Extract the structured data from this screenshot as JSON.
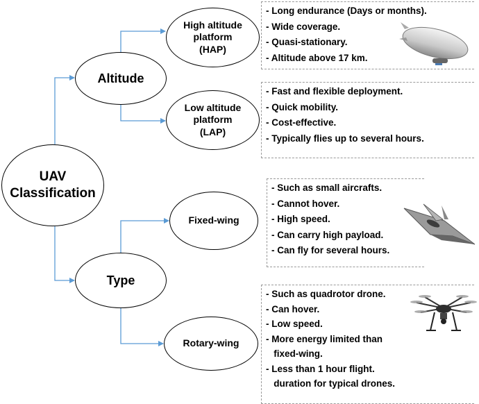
{
  "root": {
    "label": "UAV\nClassification"
  },
  "categories": {
    "altitude": {
      "label": "Altitude"
    },
    "type": {
      "label": "Type"
    }
  },
  "subtypes": {
    "hap": {
      "label": "High altitude\nplatform\n(HAP)"
    },
    "lap": {
      "label": "Low altitude\nplatform\n(LAP)"
    },
    "fixed_wing": {
      "label": "Fixed-wing"
    },
    "rotary_wing": {
      "label": "Rotary-wing"
    }
  },
  "features": {
    "hap": [
      "- Long endurance (Days or months).",
      "- Wide coverage.",
      "- Quasi-stationary.",
      "- Altitude above 17 km."
    ],
    "lap": [
      "- Fast and flexible deployment.",
      "- Quick mobility.",
      "- Cost-effective.",
      "- Typically flies up to several hours."
    ],
    "fixed_wing": [
      "- Such as small aircrafts.",
      "- Cannot hover.",
      "- High speed.",
      "- Can carry high payload.",
      "- Can fly for several hours."
    ],
    "rotary_wing": [
      "- Such as quadrotor drone.",
      "- Can hover.",
      "- Low speed.",
      "- More energy limited than",
      "   fixed-wing.",
      "- Less than 1 hour flight.",
      "   duration for typical drones."
    ]
  },
  "icons": {
    "hap": "airship-icon",
    "fixed_wing": "fixed-wing-aircraft-icon",
    "rotary_wing": "multirotor-drone-icon"
  },
  "colors": {
    "connector": "#5b9bd5",
    "node_border": "#000000"
  }
}
